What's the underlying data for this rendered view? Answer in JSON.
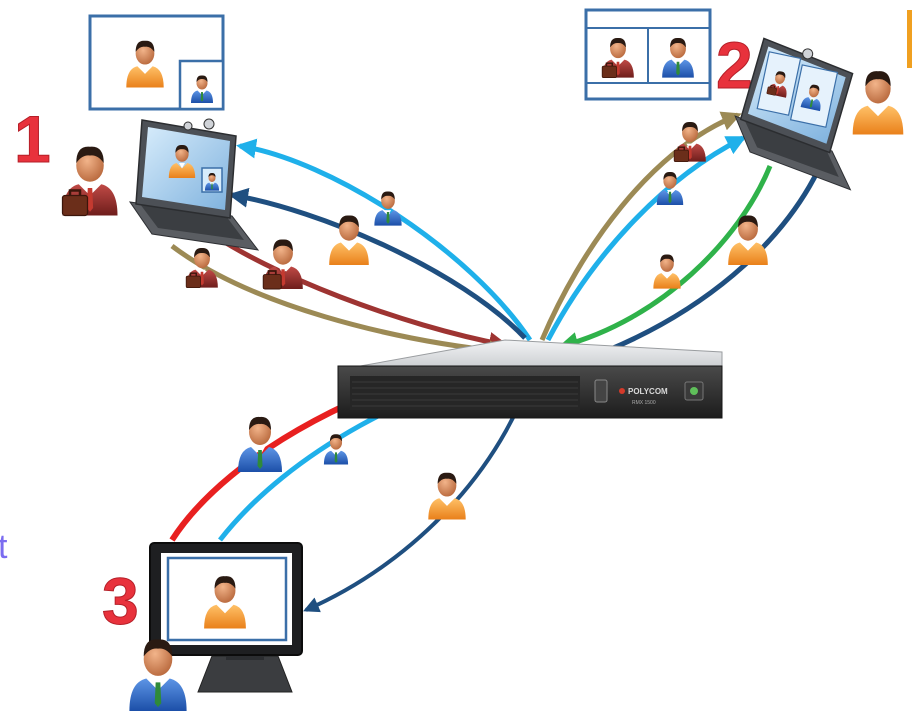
{
  "endpoints": [
    {
      "id": "1",
      "label": "1",
      "device": "laptop"
    },
    {
      "id": "2",
      "label": "2",
      "device": "laptop"
    },
    {
      "id": "3",
      "label": "3",
      "device": "desktop-monitor"
    }
  ],
  "mcu": {
    "brand": "POLYCOM",
    "model": "RMX 1500"
  },
  "edge_text": {
    "cut_left": "t"
  },
  "colors": {
    "endpoint_label": "#e8323c",
    "cut_text": "#7b6cf0",
    "layout_frame": "#3b6fa8",
    "stream_light_blue": "#1fb0ea",
    "stream_dark_blue": "#1f4f80",
    "stream_red": "#e82020",
    "stream_maroon": "#9e3432",
    "stream_olive": "#9c8a55",
    "stream_green": "#2fb24a",
    "person_orange": "#f59a2a",
    "person_blue": "#2a66c8",
    "person_maroon": "#8c2a28",
    "person_skin": "#d98d5b",
    "mcu_body": "#2b2b2b",
    "mcu_top": "#d8dadc"
  },
  "icons": [
    "person-icon",
    "laptop-icon",
    "monitor-icon",
    "mcu-server-icon",
    "camera-icon",
    "briefcase-icon"
  ]
}
